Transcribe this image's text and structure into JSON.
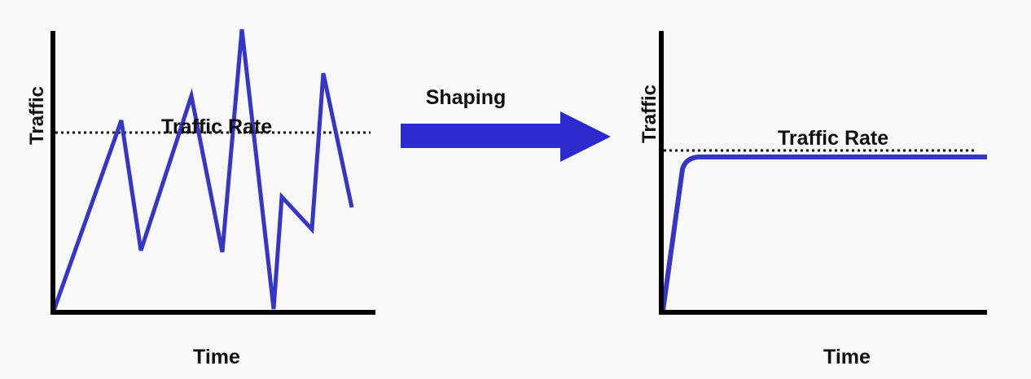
{
  "colors": {
    "background": "#f8f8f8",
    "line": "#3535c6",
    "arrow": "#2b2bd0",
    "axis": "#000000",
    "threshold": "#111111"
  },
  "arrow_label": "Shaping",
  "left_graph": {
    "y_axis_label": "Traffic",
    "x_axis_label": "Time",
    "threshold_label": "Traffic Rate",
    "line_style": "bursty"
  },
  "right_graph": {
    "y_axis_label": "Traffic",
    "x_axis_label": "Time",
    "threshold_label": "Traffic Rate",
    "line_style": "smoothed"
  }
}
